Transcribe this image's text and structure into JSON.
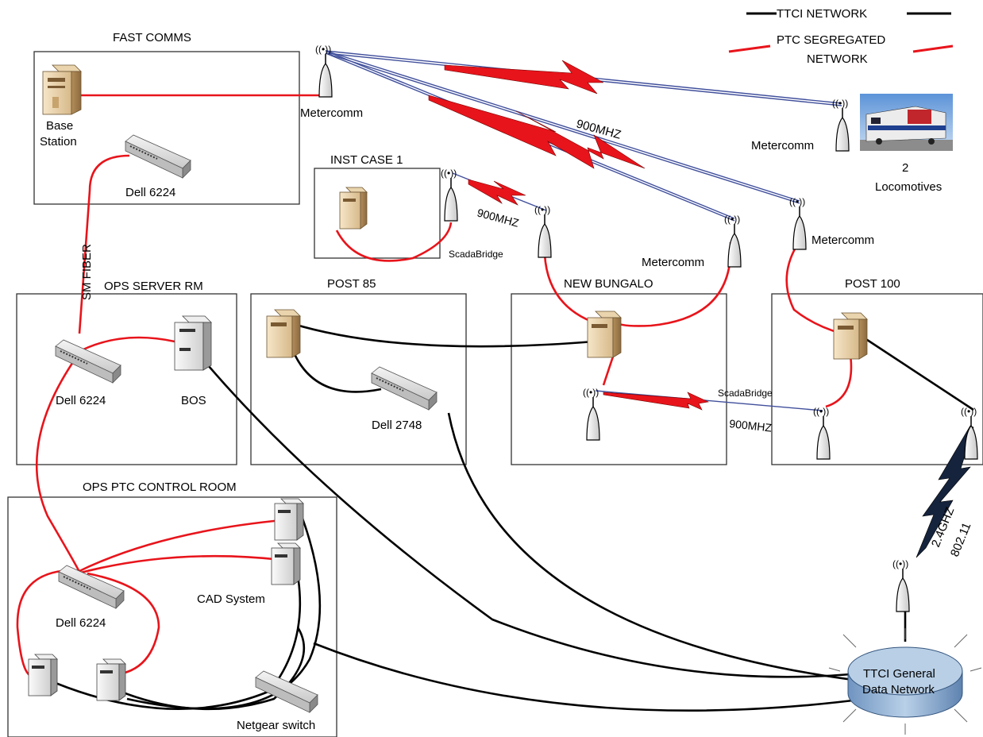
{
  "legend": {
    "ttci_network": "TTCI NETWORK",
    "ptc_line1": "PTC SEGREGATED",
    "ptc_line2": "NETWORK"
  },
  "colors": {
    "ptc_red": "#e8141b",
    "ttci_black": "#000000",
    "radio_blue": "#41509c",
    "network_disk": "#b8cfe6"
  },
  "rooms": {
    "fast_comms": "FAST COMMS",
    "inst_case": "INST CASE 1",
    "ops_server": "OPS SERVER RM",
    "post85": "POST 85",
    "new_bungalo": "NEW BUNGALO",
    "post100": "POST 100",
    "ops_ptc": "OPS PTC CONTROL ROOM"
  },
  "labels": {
    "base_line1": "Base",
    "base_line2": "Station",
    "dell_fast": "Dell 6224",
    "metercomm_top": "Metercomm",
    "metercomm_loco": "Metercomm",
    "metercomm_bungalo": "Metercomm",
    "metercomm_post100": "Metercomm",
    "loco_line1": "2",
    "loco_line2": "Locomotives",
    "mhz_main": "900MHZ",
    "mhz_inst": "900MHZ",
    "mhz_bottom": "900MHZ",
    "scada_inst": "ScadaBridge",
    "scada_bottom": "ScadaBridge",
    "sm_fiber": "SM FIBER",
    "dell_server": "Dell 6224",
    "bos": "BOS",
    "dell_2748": "Dell 2748",
    "cad": "CAD System",
    "dell_control": "Dell 6224",
    "netgear": "Netgear switch",
    "ghz_line1": "2.4GHZ",
    "ghz_line2": "802.11",
    "ttci_line1": "TTCI General",
    "ttci_line2": "Data Network"
  }
}
